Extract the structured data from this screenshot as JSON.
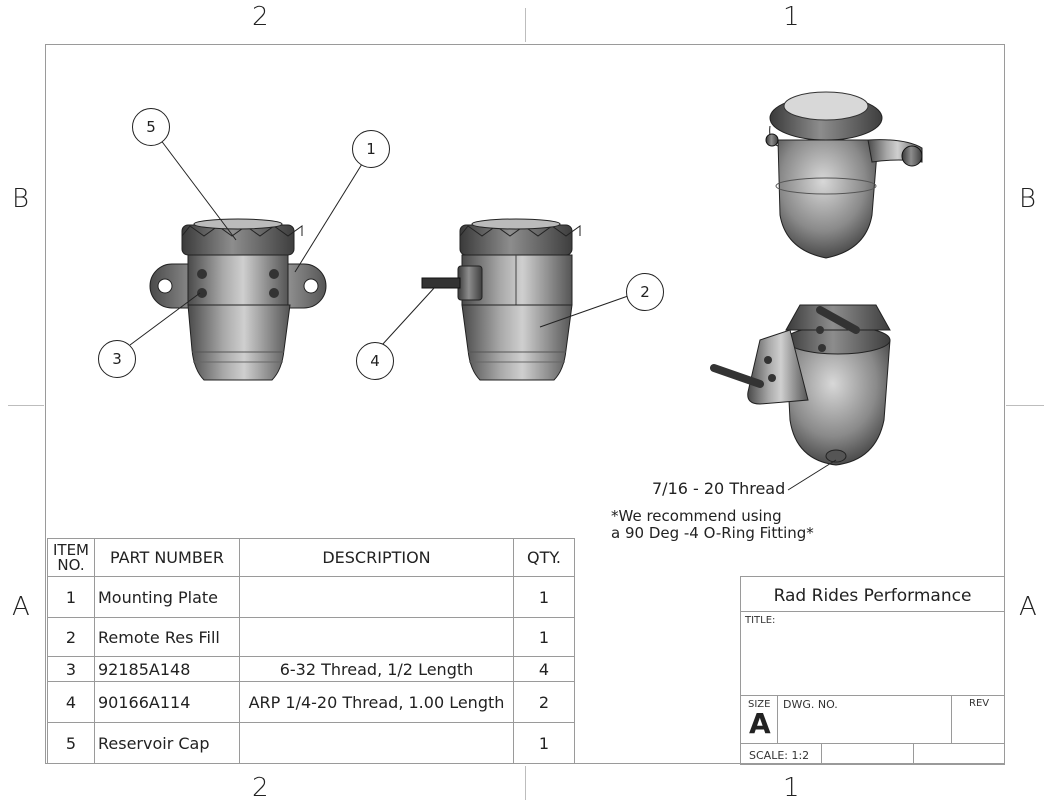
{
  "zones": {
    "top_left": "2",
    "top_right": "1",
    "bottom_left": "2",
    "bottom_right": "1",
    "left_top": "B",
    "left_bottom": "A",
    "right_top": "B",
    "right_bottom": "A"
  },
  "balloons": [
    "5",
    "1",
    "3",
    "4",
    "2"
  ],
  "notes": {
    "thread": "7/16 - 20 Thread",
    "recommend_line1": "*We recommend using",
    "recommend_line2": "a 90 Deg -4 O-Ring Fitting*"
  },
  "bom": {
    "headers": {
      "item_line1": "ITEM",
      "item_line2": "NO.",
      "part": "PART NUMBER",
      "desc": "DESCRIPTION",
      "qty": "QTY."
    },
    "rows": [
      {
        "item": "1",
        "part": "Mounting Plate",
        "desc": "",
        "qty": "1"
      },
      {
        "item": "2",
        "part": "Remote Res Fill",
        "desc": "",
        "qty": "1"
      },
      {
        "item": "3",
        "part": "92185A148",
        "desc": "6-32 Thread, 1/2 Length",
        "qty": "4"
      },
      {
        "item": "4",
        "part": "90166A114",
        "desc": "ARP 1/4-20 Thread, 1.00 Length",
        "qty": "2"
      },
      {
        "item": "5",
        "part": "Reservoir Cap",
        "desc": "",
        "qty": "1"
      }
    ]
  },
  "title_block": {
    "company": "Rad Rides Performance",
    "title_label": "TITLE:",
    "size_label": "SIZE",
    "size_value": "A",
    "dwg_label": "DWG.  NO.",
    "rev_label": "REV",
    "scale_label": "SCALE: 1:2"
  }
}
